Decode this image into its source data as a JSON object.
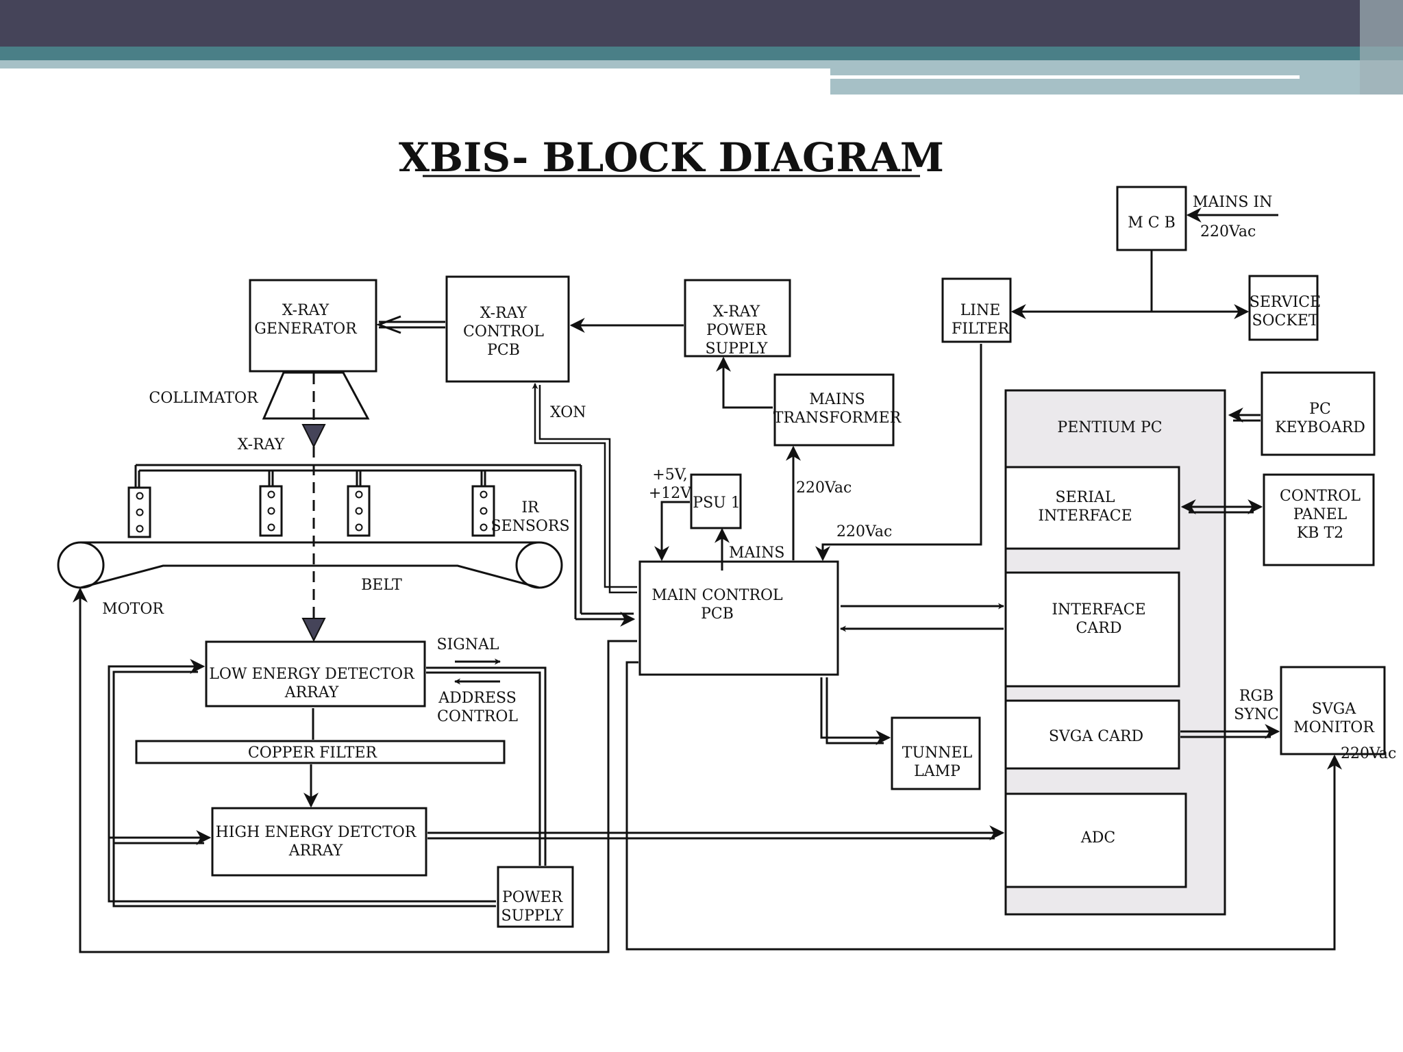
{
  "title": "XBIS- BLOCK DIAGRAM",
  "colors": {
    "banner_dark": "#454459",
    "banner_teal": "#4a7f87",
    "banner_light": "#a6c0c6",
    "pc_panel": "#ebe9ec"
  },
  "blocks": {
    "xray_generator": [
      "X-RAY",
      "GENERATOR"
    ],
    "xray_control_pcb": [
      "X-RAY",
      "CONTROL",
      "PCB"
    ],
    "xray_power_supply": [
      "X-RAY",
      "POWER",
      "SUPPLY"
    ],
    "mains_transformer": [
      "MAINS",
      "TRANSFORMER"
    ],
    "mcb": [
      "M C B"
    ],
    "line_filter": [
      "LINE",
      "FILTER"
    ],
    "service_socket": [
      "SERVICE",
      "SOCKET"
    ],
    "psu1": [
      "PSU 1"
    ],
    "main_control_pcb": [
      "MAIN CONTROL",
      "PCB"
    ],
    "tunnel_lamp": [
      "TUNNEL",
      "LAMP"
    ],
    "low_energy_detector": [
      "LOW ENERGY DETECTOR",
      "ARRAY"
    ],
    "copper_filter": [
      "COPPER FILTER"
    ],
    "high_energy_detector": [
      "HIGH ENERGY DETCTOR",
      "ARRAY"
    ],
    "power_supply": [
      "POWER",
      "SUPPLY"
    ],
    "pentium_pc": [
      "PENTIUM PC"
    ],
    "serial_interface": [
      "SERIAL",
      "INTERFACE"
    ],
    "interface_card": [
      "INTERFACE",
      "CARD"
    ],
    "svga_card": [
      "SVGA CARD"
    ],
    "adc": [
      "ADC"
    ],
    "pc_keyboard": [
      "PC",
      "KEYBOARD"
    ],
    "control_panel": [
      "CONTROL",
      "PANEL",
      "KB T2"
    ],
    "svga_monitor": [
      "SVGA",
      "MONITOR"
    ]
  },
  "labels": {
    "collimator": [
      "COLLIMATOR"
    ],
    "xray": [
      "X-RAY"
    ],
    "xon": [
      "XON"
    ],
    "ir_sensors": [
      "IR",
      "SENSORS"
    ],
    "motor": [
      "MOTOR"
    ],
    "belt": [
      "BELT"
    ],
    "signal": [
      "SIGNAL"
    ],
    "address_control": [
      "ADDRESS",
      "CONTROL"
    ],
    "mains_in": [
      "MAINS  IN"
    ],
    "vac_mcb": [
      "220Vac"
    ],
    "vac_transformer": [
      "220Vac"
    ],
    "vac_line": [
      "220Vac"
    ],
    "vac_monitor": [
      "220Vac"
    ],
    "supply_rails": [
      "+5V,",
      "+12V"
    ],
    "mains_psu": [
      "MAINS"
    ],
    "rgb_sync": [
      "RGB",
      "SYNC"
    ]
  }
}
